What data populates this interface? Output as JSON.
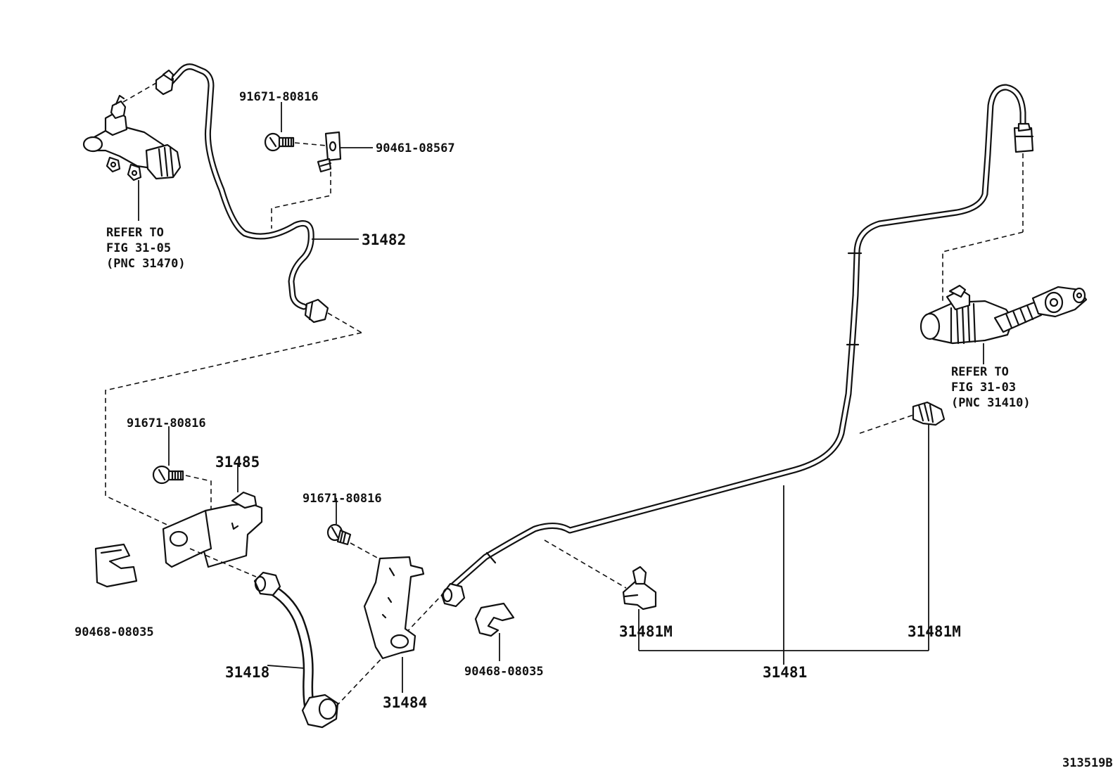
{
  "labels": {
    "bolt_top": "91671-80816",
    "clamp_top": "90461-08567",
    "tube_31482": "31482",
    "ref_left_1": "REFER TO",
    "ref_left_2": "FIG 31-05",
    "ref_left_3": "(PNC 31470)",
    "bolt_mid_left": "91671-80816",
    "bracket_31485": "31485",
    "clip_left": "90468-08035",
    "hose_31418": "31418",
    "bolt_mid": "91671-80816",
    "bracket_31484": "31484",
    "clip_mid": "90468-08035",
    "clamp_31481m_left": "31481M",
    "clamp_31481m_right": "31481M",
    "tube_31481": "31481",
    "ref_right_1": "REFER TO",
    "ref_right_2": "FIG 31-03",
    "ref_right_3": "(PNC 31410)",
    "figure_id": "313519B"
  }
}
